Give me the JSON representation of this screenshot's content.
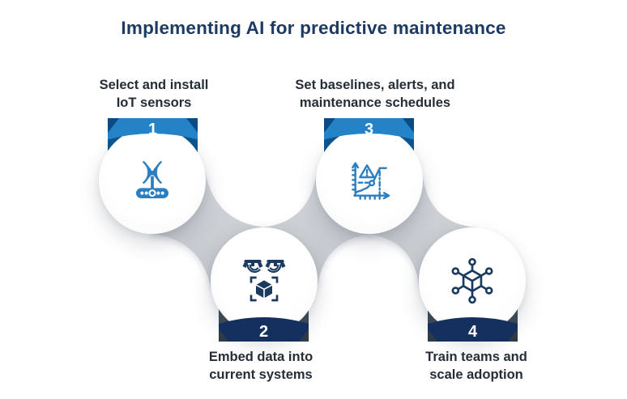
{
  "title": "Implementing AI for predictive maintenance",
  "steps": [
    {
      "number": "1",
      "position": "top-left",
      "label_line1": "Select and install",
      "label_line2": "IoT sensors",
      "icon": "iot-sensor-icon"
    },
    {
      "number": "2",
      "position": "bottom-left",
      "label_line1": "Embed data into",
      "label_line2": "current systems",
      "icon": "data-capture-cube-icon"
    },
    {
      "number": "3",
      "position": "top-right",
      "label_line1": "Set baselines, alerts, and",
      "label_line2": "maintenance schedules",
      "icon": "alert-trend-chart-icon"
    },
    {
      "number": "4",
      "position": "bottom-right",
      "label_line1": "Train teams and",
      "label_line2": "scale adoption",
      "icon": "network-cube-icon"
    }
  ],
  "colors": {
    "accent_blue": "#2383c6",
    "accent_blue_dark": "#0d5590",
    "navy": "#14305f",
    "navy_fold": "#3d4856",
    "icon_blue": "#2b7ec0",
    "icon_navy": "#1b3a5f",
    "connector_gray": "#c9cdd1",
    "title_text": "#1d3a63",
    "label_text": "#252d36",
    "background": "#ffffff"
  }
}
